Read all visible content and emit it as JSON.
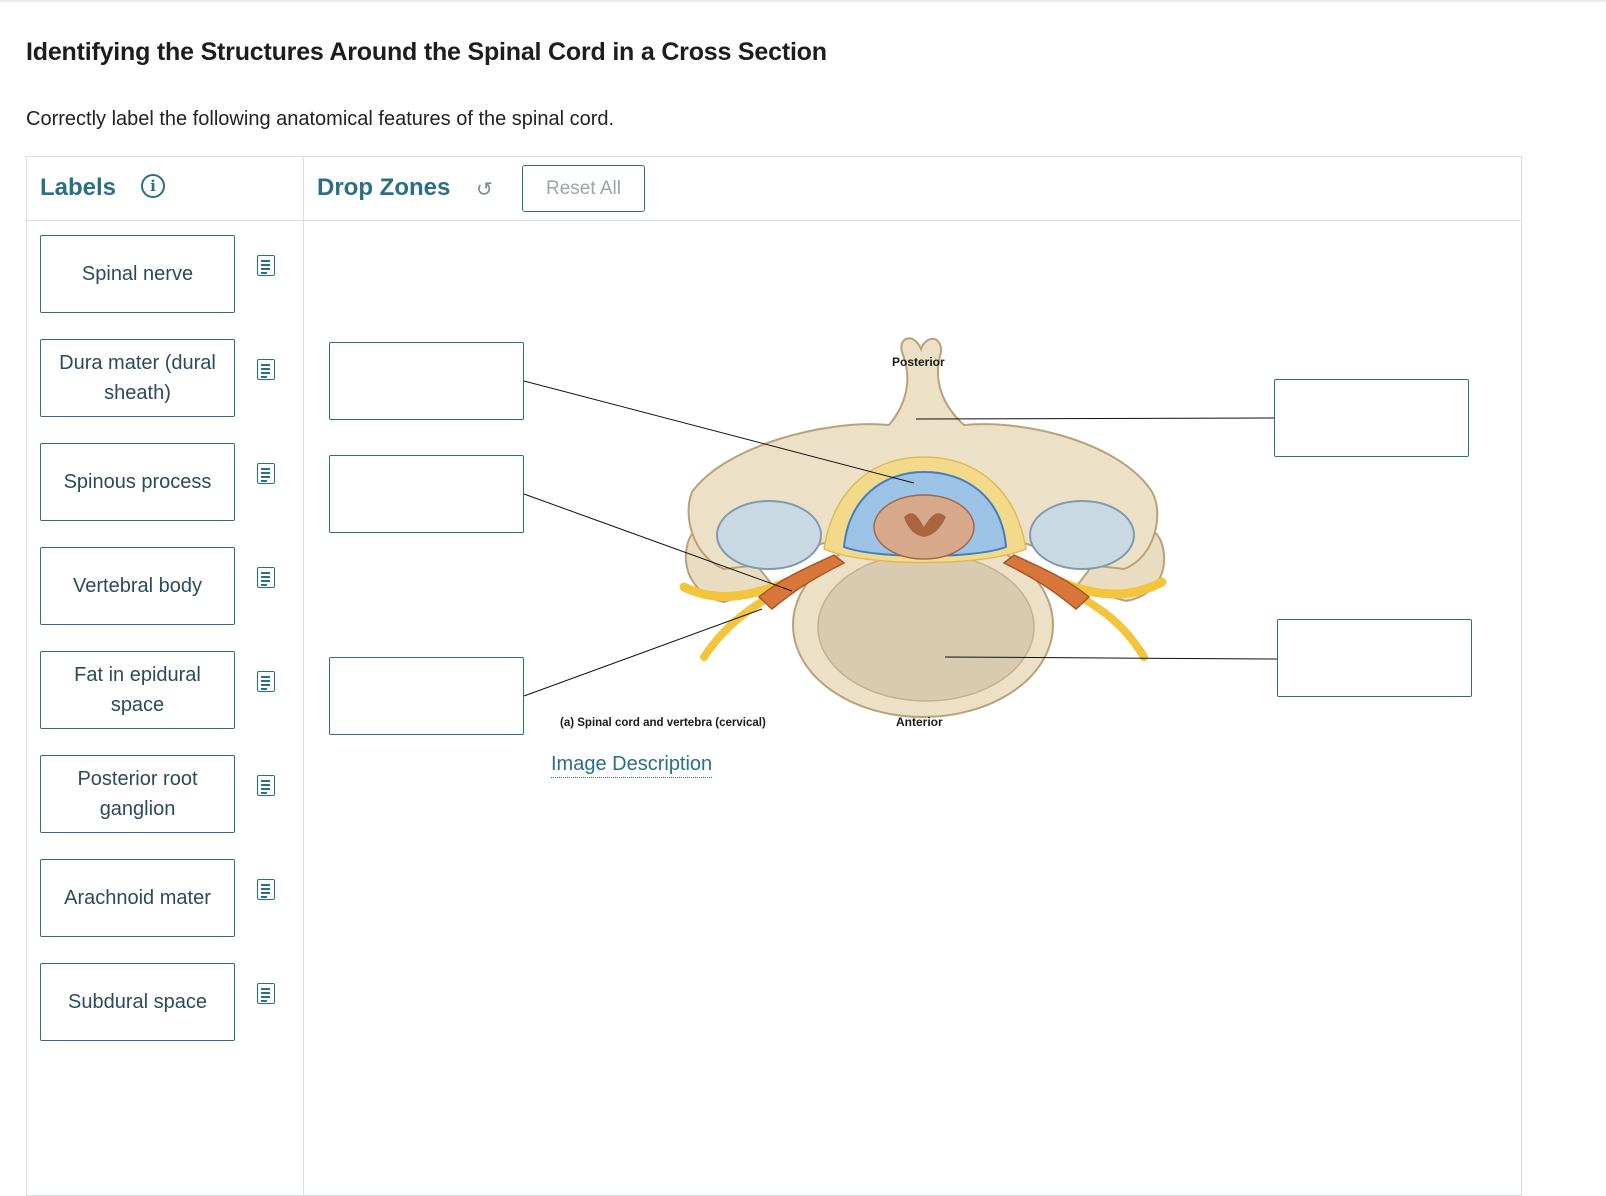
{
  "page": {
    "title": "Identifying the Structures Around the Spinal Cord in a Cross Section",
    "instructions": "Correctly label the following anatomical features of the spinal cord."
  },
  "labels_panel": {
    "heading": "Labels",
    "info_icon": "info-icon",
    "items": [
      {
        "text": "Spinal nerve"
      },
      {
        "text": "Dura mater (dural sheath)"
      },
      {
        "text": "Spinous process"
      },
      {
        "text": "Vertebral body"
      },
      {
        "text": "Fat in epidural space"
      },
      {
        "text": "Posterior root ganglion"
      },
      {
        "text": "Arachnoid mater"
      },
      {
        "text": "Subdural space"
      }
    ]
  },
  "drop_panel": {
    "heading": "Drop Zones",
    "undo_icon": "undo-arrow-icon",
    "reset_label": "Reset All"
  },
  "figure": {
    "caption": "(a) Spinal cord and vertebra (cervical)",
    "posterior_label": "Posterior",
    "anterior_label": "Anterior",
    "image_description_link": "Image Description"
  },
  "colors": {
    "accent": "#2b6f86",
    "bone": "#e9dcc0",
    "nerve_root": "#d9773a",
    "nerve": "#f2c53d",
    "cord": "#d7a98a",
    "disc": "#c9d9e3"
  }
}
